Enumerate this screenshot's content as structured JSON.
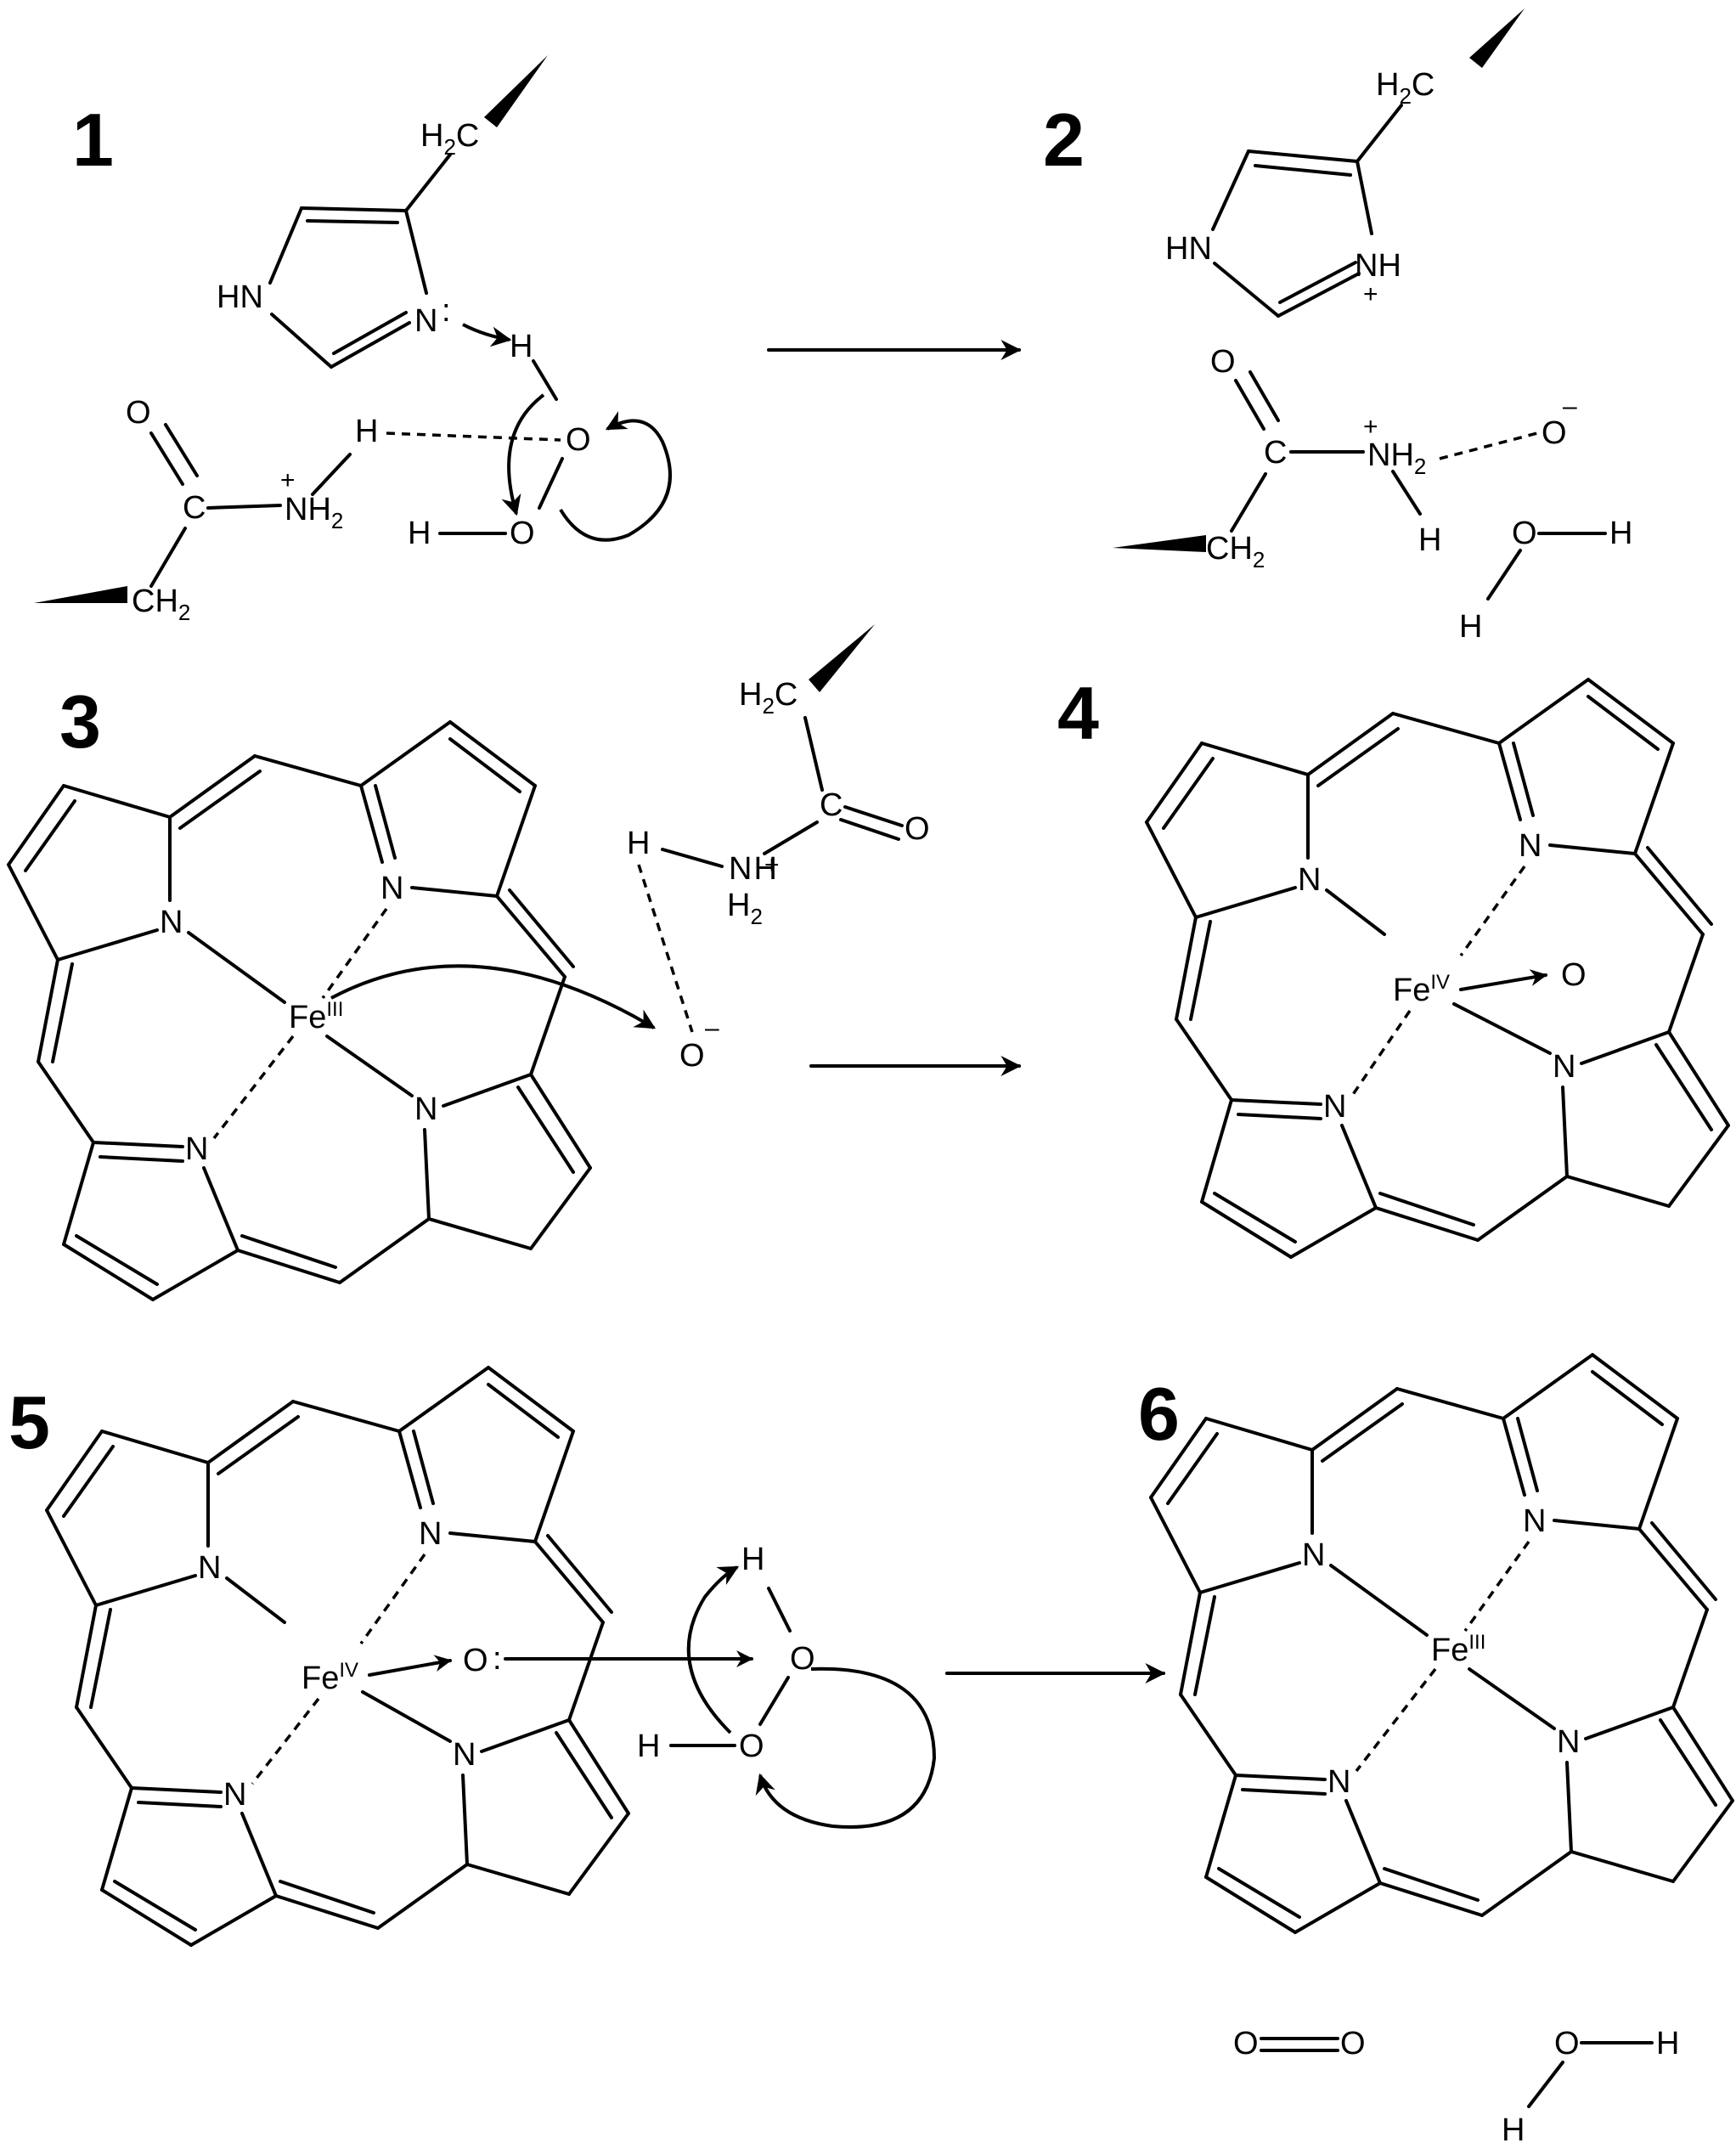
{
  "stages": [
    {
      "id": "1",
      "label": "1"
    },
    {
      "id": "2",
      "label": "2"
    },
    {
      "id": "3",
      "label": "3"
    },
    {
      "id": "4",
      "label": "4"
    },
    {
      "id": "5",
      "label": "5"
    },
    {
      "id": "6",
      "label": "6"
    }
  ],
  "atoms": {
    "H2C": "H2C",
    "HN": "HN",
    "N": "N",
    "NH": "NH",
    "H": "H",
    "O": "O",
    "C": "C",
    "NH2": "NH2",
    "CH2": "CH2",
    "H2": "H2",
    "Fe": "Fe",
    "fe_iii": "III",
    "fe_iv": "IV",
    "plus": "+",
    "minus": "–",
    "lone_pair": ":"
  },
  "reaction_arrows": [
    "1→2",
    "3→4",
    "5→6"
  ]
}
